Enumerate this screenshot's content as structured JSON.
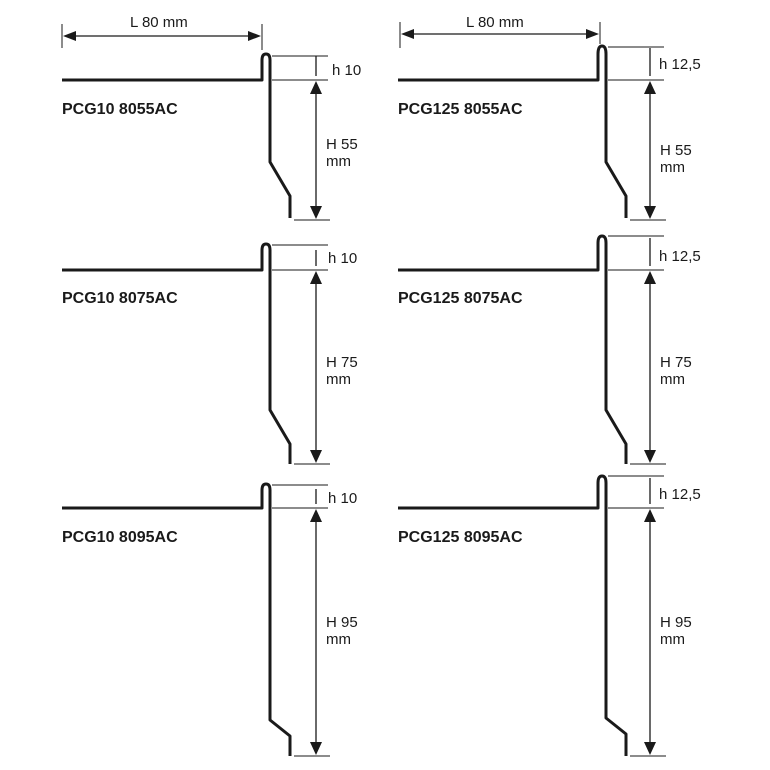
{
  "length_label": "L 80 mm",
  "unit_label": "mm",
  "profiles": [
    {
      "code": "PCG10 8055AC",
      "h_label": "h 10",
      "H_label": "H 55",
      "h_mm": 10,
      "H_mm": 55,
      "show_length": true
    },
    {
      "code": "PCG125 8055AC",
      "h_label": "h 12,5",
      "H_label": "H 55",
      "h_mm": 12.5,
      "H_mm": 55,
      "show_length": true
    },
    {
      "code": "PCG10 8075AC",
      "h_label": "h 10",
      "H_label": "H 75",
      "h_mm": 10,
      "H_mm": 75,
      "show_length": false
    },
    {
      "code": "PCG125 8075AC",
      "h_label": "h 12,5",
      "H_label": "H 75",
      "h_mm": 12.5,
      "H_mm": 75,
      "show_length": false
    },
    {
      "code": "PCG10 8095AC",
      "h_label": "h 10",
      "H_label": "H 95",
      "h_mm": 10,
      "H_mm": 95,
      "show_length": false
    },
    {
      "code": "PCG125 8095AC",
      "h_label": "h 12,5",
      "H_label": "H 95",
      "h_mm": 12.5,
      "H_mm": 95,
      "show_length": false
    }
  ]
}
